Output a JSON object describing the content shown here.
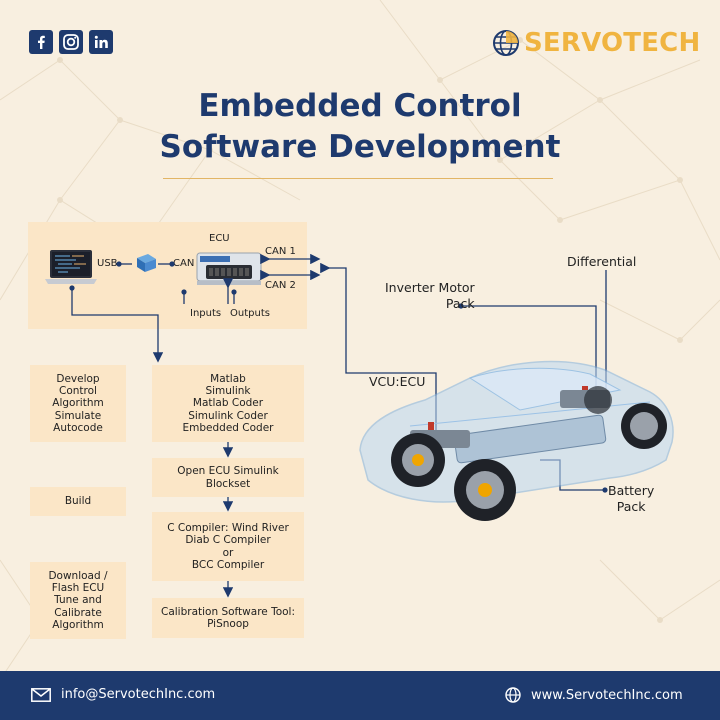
{
  "brand": {
    "name": "SERVOTECH",
    "color": "#f0b440",
    "navy": "#1e3a6e"
  },
  "social": [
    "facebook-icon",
    "instagram-icon",
    "linkedin-icon"
  ],
  "title": {
    "line1": "Embedded Control",
    "line2": "Software Development"
  },
  "hardware": {
    "ecu": "ECU",
    "usb": "USB",
    "can": "CAN",
    "can1": "CAN 1",
    "can2": "CAN 2",
    "inputs": "Inputs",
    "outputs": "Outputs"
  },
  "stages": [
    {
      "label": [
        "Develop",
        "Control",
        "Algorithm",
        "Simulate",
        "Autocode"
      ]
    },
    {
      "label": [
        "Build"
      ]
    },
    {
      "label": [
        "Download /",
        "Flash ECU",
        "Tune and",
        "Calibrate",
        "Algorithm"
      ]
    }
  ],
  "tools": [
    {
      "label": [
        "Matlab",
        "Simulink",
        "Matlab Coder",
        "Simulink Coder",
        "Embedded Coder"
      ]
    },
    {
      "label": [
        "Open ECU Simulink",
        "Blockset"
      ]
    },
    {
      "label": [
        "C Compiler: Wind River",
        "Diab C Compiler",
        "or",
        "BCC Compiler"
      ]
    },
    {
      "label": [
        "Calibration Software Tool:",
        "PiSnoop"
      ]
    }
  ],
  "car": {
    "differential": "Differential",
    "inverter": [
      "Inverter Motor",
      "Pack"
    ],
    "vcu": "VCU:ECU",
    "battery": [
      "Battery",
      "Pack"
    ]
  },
  "footer": {
    "email": "info@ServotechInc.com",
    "website": "www.ServotechInc.com"
  }
}
